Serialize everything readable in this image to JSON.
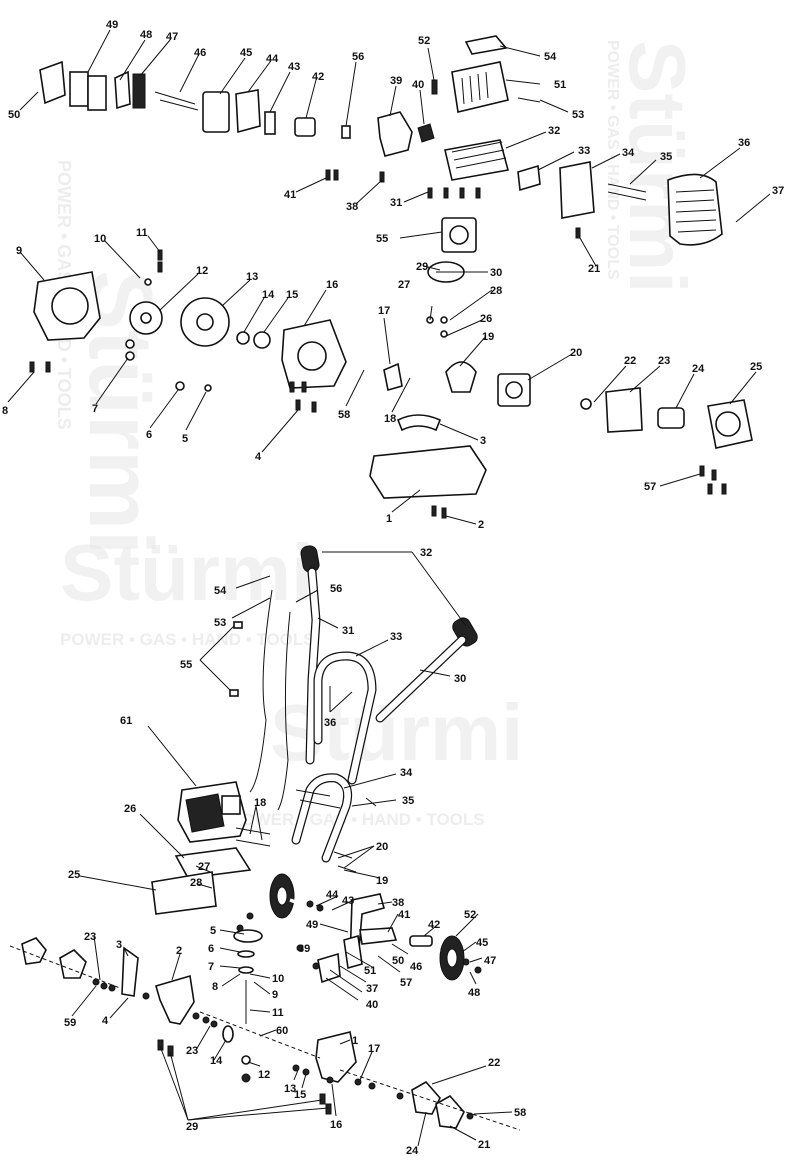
{
  "watermark": {
    "brand": "Stürmi",
    "tagline_top": "POWER • GAS • HAND • TOOLS",
    "tagline_bottom": "POWER • GAS • HAND • TOOLS"
  },
  "top_callouts": [
    "1",
    "2",
    "3",
    "4",
    "5",
    "6",
    "7",
    "8",
    "9",
    "10",
    "11",
    "12",
    "13",
    "14",
    "15",
    "16",
    "17",
    "18",
    "19",
    "20",
    "21",
    "22",
    "23",
    "24",
    "25",
    "26",
    "27",
    "28",
    "29",
    "30",
    "31",
    "32",
    "33",
    "34",
    "35",
    "36",
    "37",
    "38",
    "39",
    "40",
    "41",
    "42",
    "43",
    "44",
    "45",
    "46",
    "47",
    "48",
    "49",
    "50",
    "51",
    "52",
    "53",
    "54",
    "55",
    "56",
    "57",
    "58"
  ],
  "bottom_callouts": [
    "1",
    "2",
    "3",
    "4",
    "5",
    "6",
    "7",
    "8",
    "9",
    "10",
    "11",
    "12",
    "13",
    "14",
    "15",
    "16",
    "17",
    "18",
    "19",
    "20",
    "21",
    "22",
    "23",
    "24",
    "25",
    "26",
    "27",
    "28",
    "29",
    "30",
    "31",
    "32",
    "33",
    "34",
    "35",
    "36",
    "37",
    "38",
    "39",
    "40",
    "41",
    "42",
    "43",
    "44",
    "45",
    "46",
    "47",
    "48",
    "49",
    "50",
    "51",
    "52",
    "53",
    "54",
    "55",
    "56",
    "57",
    "58",
    "59",
    "60",
    "61"
  ]
}
